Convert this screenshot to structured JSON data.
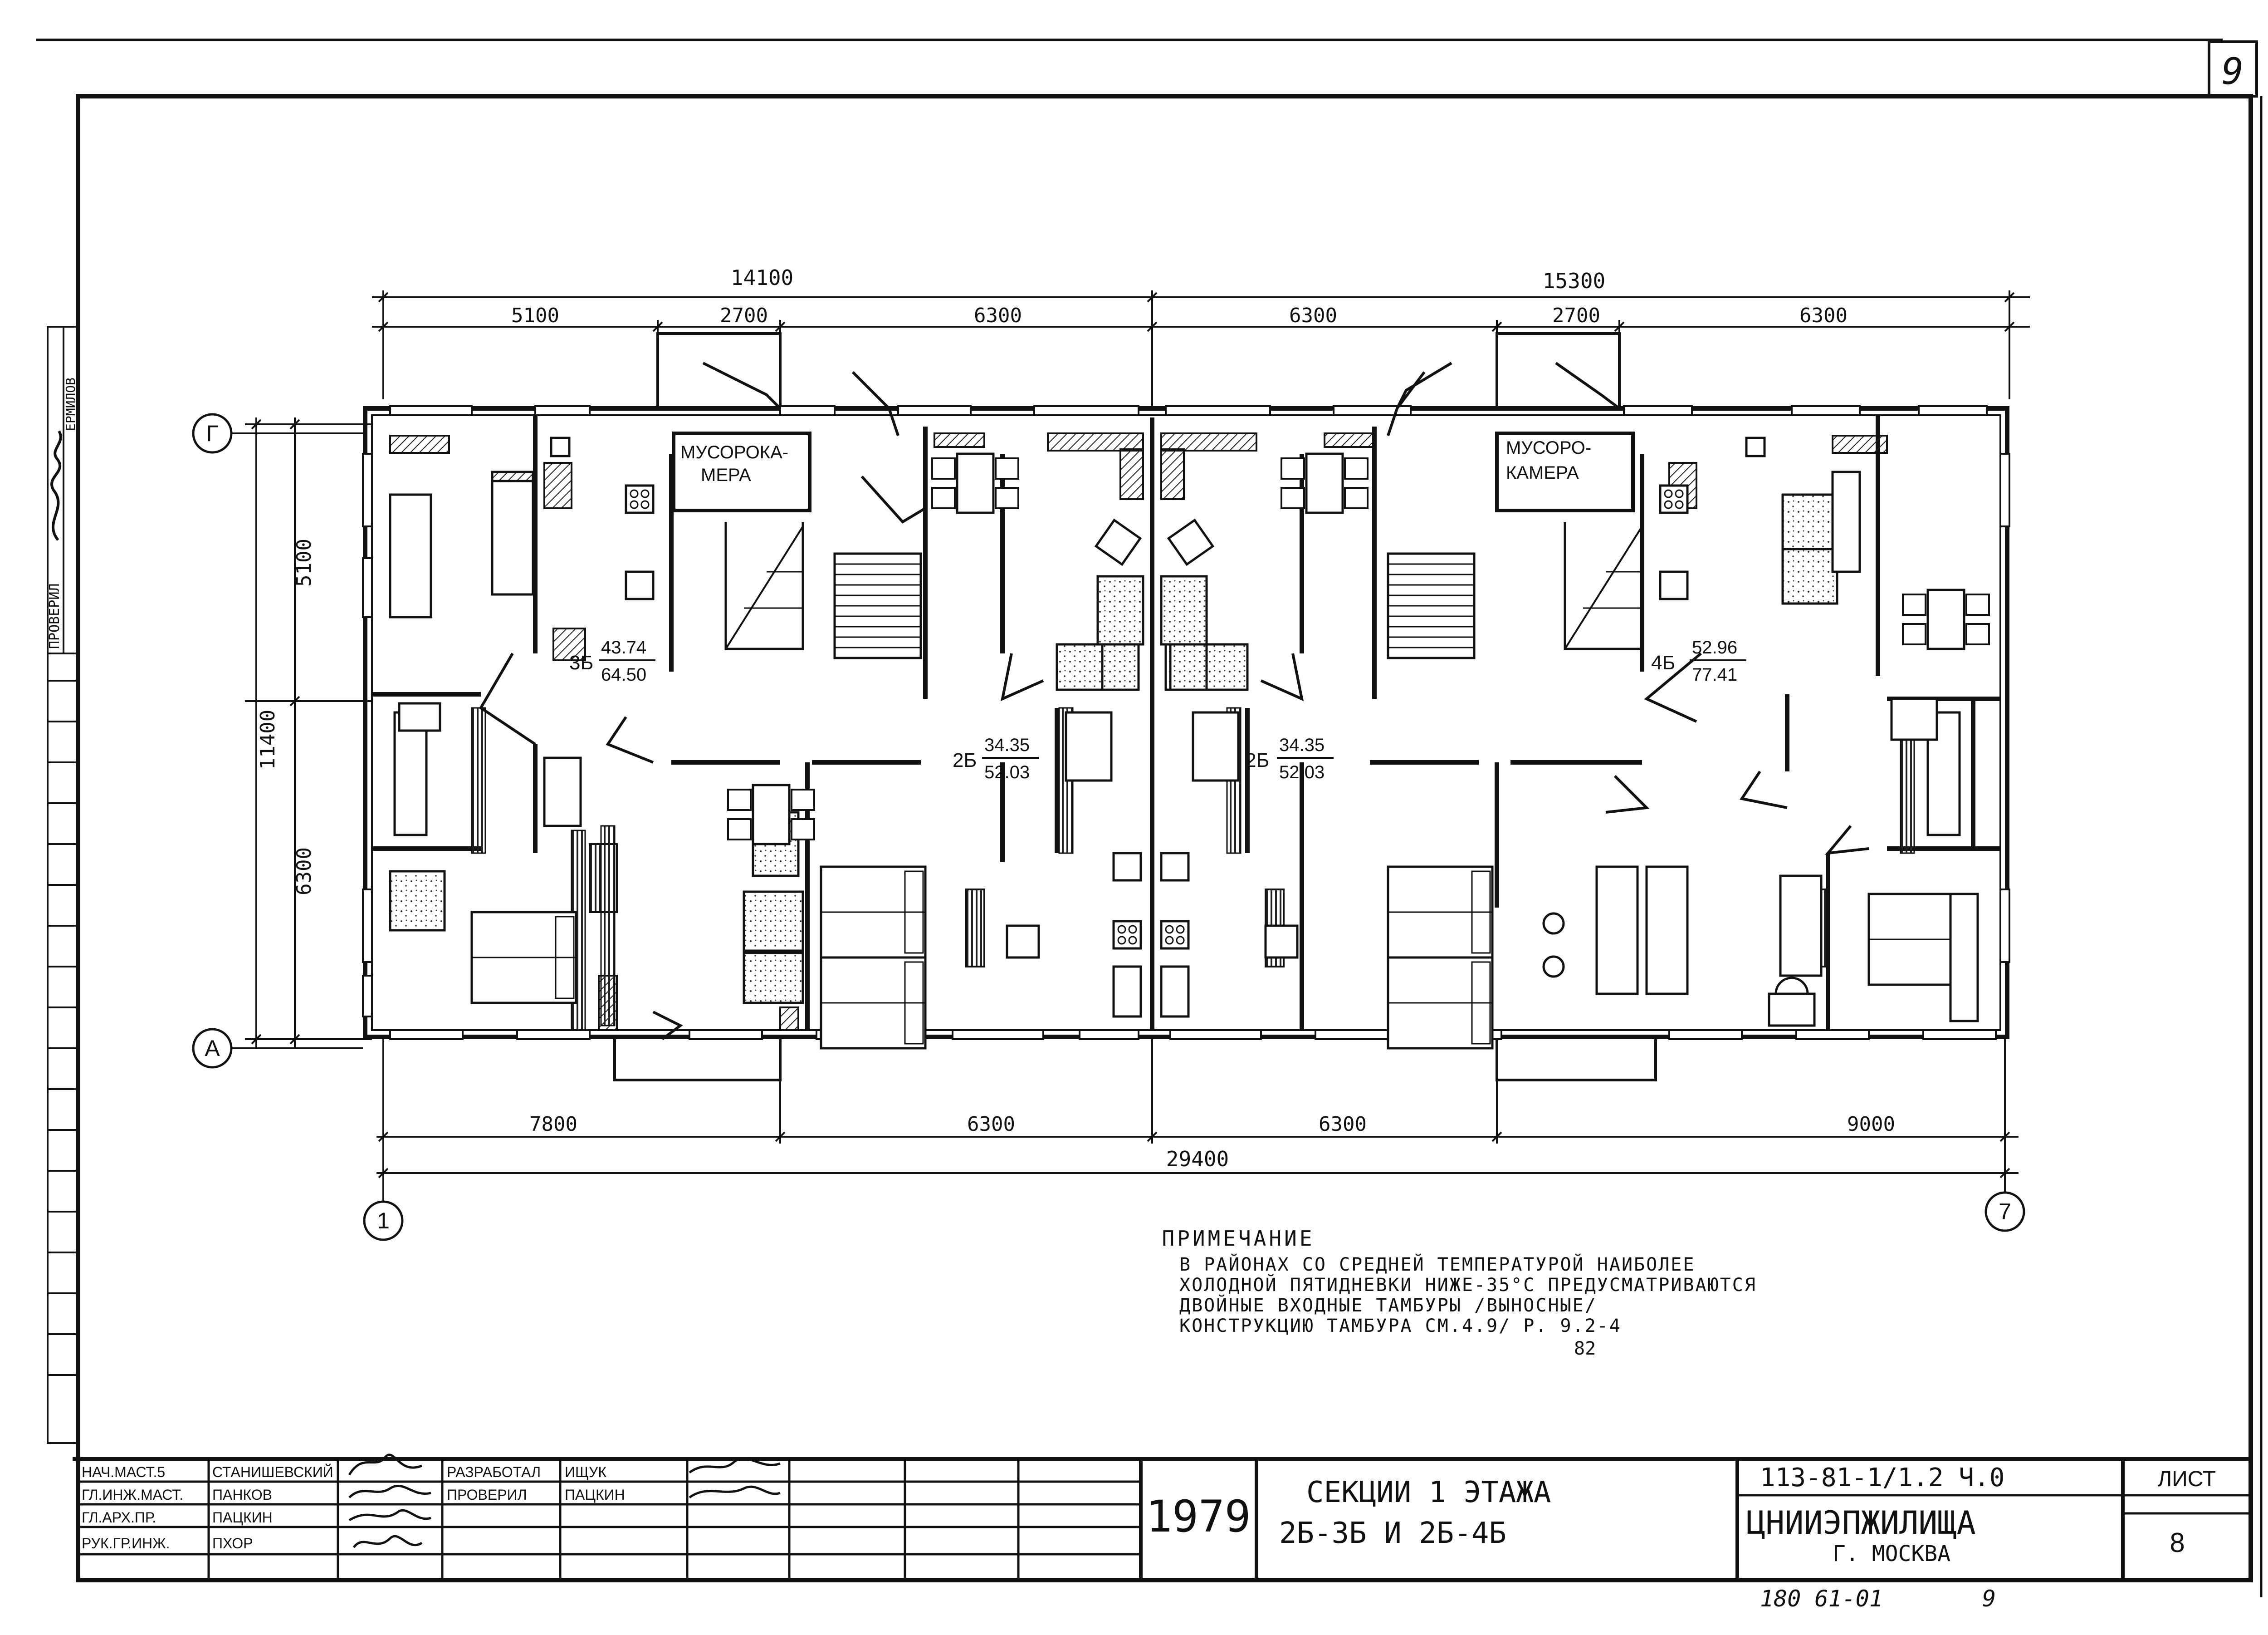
{
  "sheet_corner_number": "9",
  "side_stamp": {
    "checked_label": "ПРОВЕРИЛ",
    "name": "ЕРМИЛОВ"
  },
  "dimensions_top": {
    "left_total": "14100",
    "right_total": "15300",
    "segments": [
      "5100",
      "2700",
      "6300",
      "6300",
      "2700",
      "6300"
    ]
  },
  "dimensions_left": {
    "total": "11400",
    "upper": "5100",
    "lower": "6300"
  },
  "dimensions_bottom": {
    "segments": [
      "7800",
      "6300",
      "6300",
      "9000"
    ],
    "total": "29400"
  },
  "axes": {
    "row_top": "Г",
    "row_bottom": "А",
    "col_left": "1",
    "col_right": "7"
  },
  "rooms": {
    "garbage_left": [
      "МУСОРОКА-",
      "МЕРА"
    ],
    "garbage_right": [
      "МУСОРО-",
      "КАМЕРА"
    ]
  },
  "apartments": [
    {
      "type": "3Б",
      "living": "43.74",
      "total": "64.50"
    },
    {
      "type": "2Б",
      "living": "34.35",
      "total": "52.03"
    },
    {
      "type": "2Б",
      "living": "34.35",
      "total": "52.03"
    },
    {
      "type": "4Б",
      "living": "52.96",
      "total": "77.41"
    }
  ],
  "note": {
    "title": "ПРИМЕЧАНИЕ",
    "lines": [
      "В РАЙОНАХ  СО СРЕДНЕЙ  ТЕМПЕРАТУРОЙ  НАИБОЛЕЕ",
      "ХОЛОДНОЙ ПЯТИДНЕВКИ НИЖЕ-35°С  ПРЕДУСМАТРИВАЮТСЯ",
      "ДВОЙНЫЕ ВХОДНЫЕ  ТАМБУРЫ /ВЫНОСНЫЕ/",
      "КОНСТРУКЦИЮ ТАМБУРА  СМ.4.9/ Р. 9.2-4"
    ],
    "fraction": "82"
  },
  "title_block": {
    "staff": [
      {
        "role": "НАЧ.МАСТ.5",
        "name": "СТАНИШЕВСКИЙ"
      },
      {
        "role": "ГЛ.ИНЖ.МАСТ.",
        "name": "ПАНКОВ"
      },
      {
        "role": "ГЛ.АРХ.ПР.",
        "name": "ПАЦКИН"
      },
      {
        "role": "РУК.ГР.ИНЖ.",
        "name": "ПХОР"
      }
    ],
    "developers": [
      {
        "role": "РАЗРАБОТАЛ",
        "name": "ИЩУК"
      },
      {
        "role": "ПРОВЕРИЛ",
        "name": "ПАЦКИН"
      }
    ],
    "year": "1979",
    "drawing_title_1": "СЕКЦИИ 1 ЭТАЖА",
    "drawing_title_2": "2Б-3Б И 2Б-4Б",
    "project_code": "113-81-1/1.2 Ч.0",
    "organization": "ЦНИИЭПЖИЛИЩА",
    "city": "Г. МОСКВА",
    "sheet_label": "ЛИСТ",
    "sheet_number": "8"
  },
  "footer_code": "180 61-01",
  "footer_page": "9"
}
